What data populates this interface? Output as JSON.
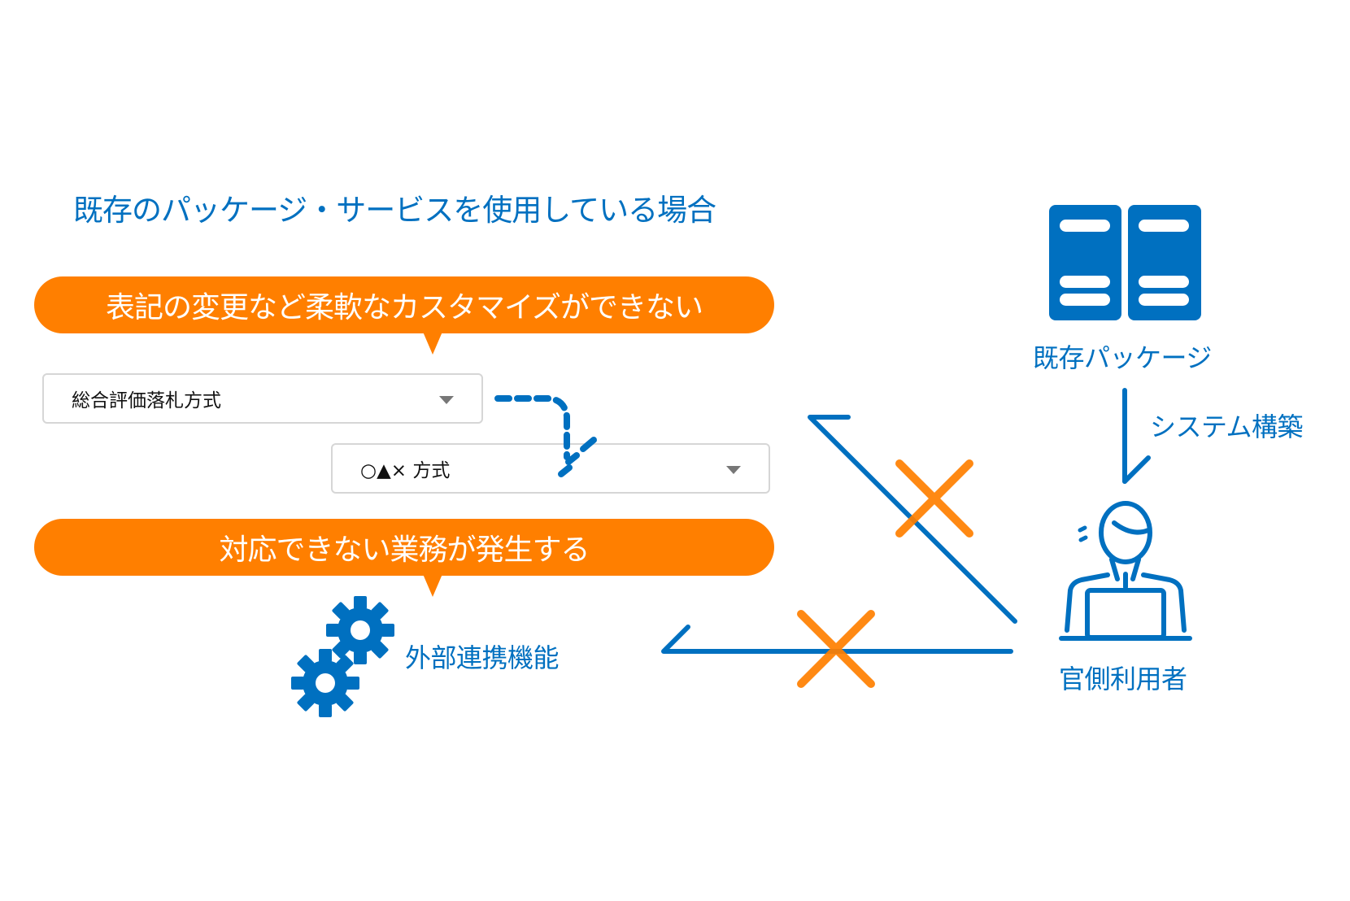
{
  "heading": "既存のパッケージ・サービスを使用している場合",
  "problems": [
    {
      "text": "表記の変更など柔軟なカスタマイズができない"
    },
    {
      "text": "対応できない業務が発生する"
    }
  ],
  "dropdowns": {
    "before": {
      "value": "総合評価落札方式"
    },
    "after": {
      "value": "○▲× 方式"
    }
  },
  "external_integration": {
    "label": "外部連携機能",
    "icon": "gears-icon"
  },
  "package": {
    "label": "既存パッケージ",
    "icon": "server-icon"
  },
  "system_build": {
    "label": "システム構築"
  },
  "user": {
    "label": "官側利用者",
    "icon": "user-at-laptop-icon"
  },
  "blocked_marks": [
    {
      "meaning": "user cannot change dropdown wording",
      "icon": "cross-icon"
    },
    {
      "meaning": "user cannot use external integration",
      "icon": "cross-icon"
    }
  ],
  "colors": {
    "primary_blue": "#0070C0",
    "accent_orange": "#FF7F00",
    "text_dark": "#111111",
    "border_gray": "#D6D6D6"
  }
}
